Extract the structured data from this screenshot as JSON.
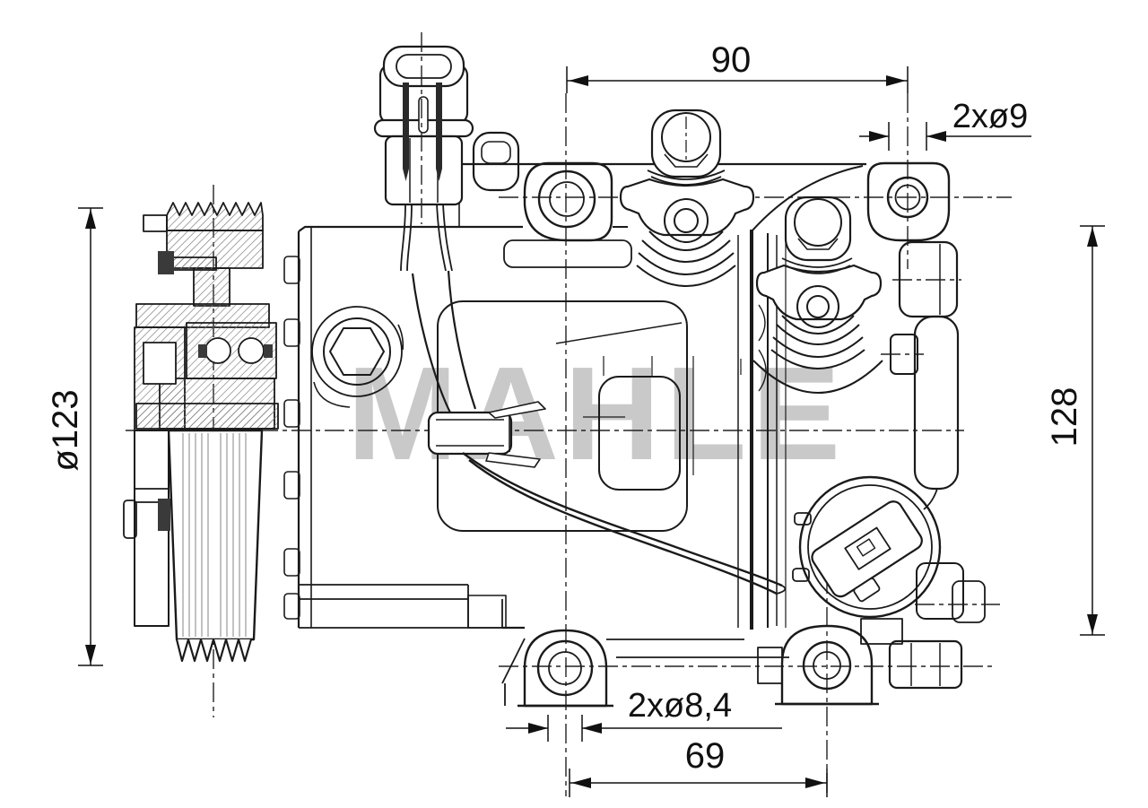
{
  "drawing": {
    "type": "technical-drawing",
    "subject": "AC compressor side view with clutch pulley, electrical connector, mounting lugs and control valve",
    "watermark": "MAHLE",
    "dims": {
      "top_span": "90",
      "top_holes": "2xø9",
      "pulley_diameter": "ø123",
      "right_span": "128",
      "bottom_holes": "2xø8,4",
      "bottom_span": "69"
    },
    "colors": {
      "line": "#1a1a1a",
      "dimension_text": "#111111",
      "watermark": "#c9c9c9",
      "background": "#ffffff"
    }
  }
}
